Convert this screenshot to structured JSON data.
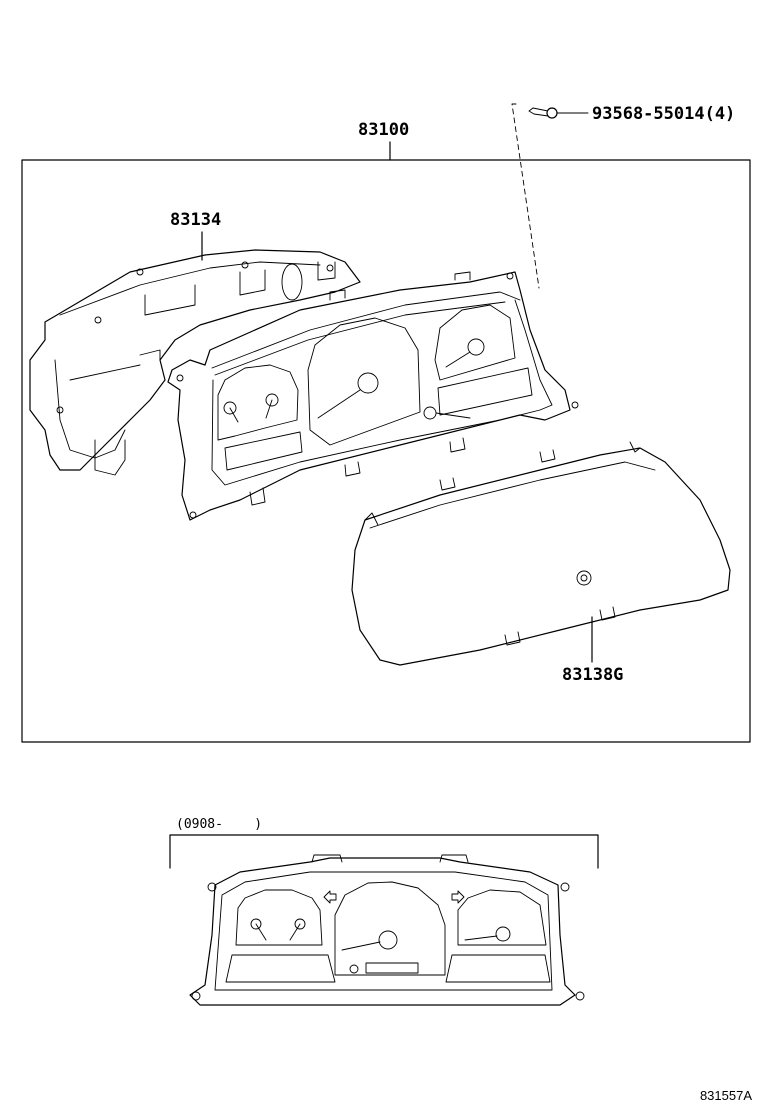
{
  "parts": {
    "assembly": "83100",
    "rear_case": "83134",
    "screw": "93568-55014(4)",
    "glass": "83138G"
  },
  "variant": {
    "label": "(0908-    )"
  },
  "diagram_id": "831557A"
}
